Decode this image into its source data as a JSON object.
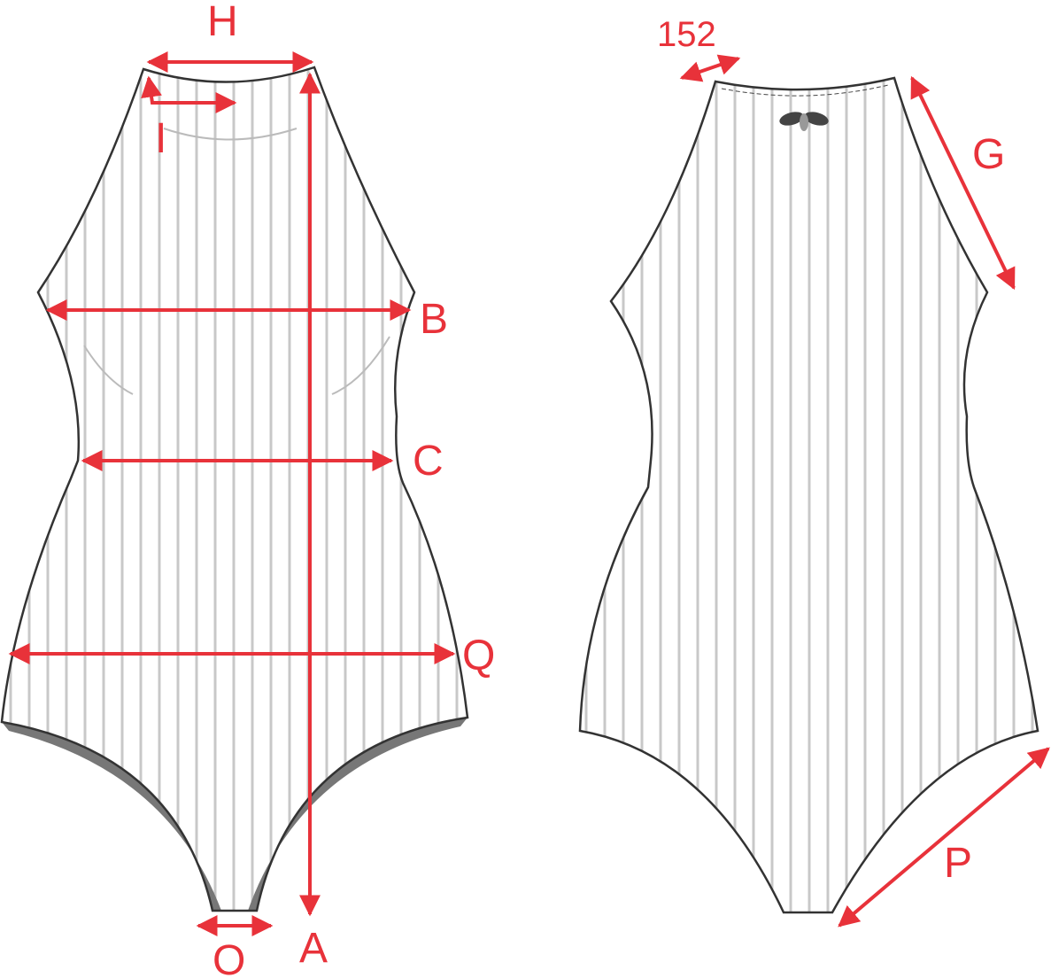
{
  "title": "Bodysuit measurement diagram",
  "colors": {
    "measure": "#e8323a",
    "outline": "#333333",
    "rib": "#c8c8c8",
    "lining": "#777777"
  },
  "front": {
    "labels": {
      "H": "H",
      "I": "I",
      "B": "B",
      "C": "C",
      "Q": "Q",
      "A": "A",
      "O": "O"
    }
  },
  "back": {
    "labels": {
      "strap": "152",
      "G": "G",
      "P": "P"
    },
    "logo_icon": "bee-icon"
  }
}
